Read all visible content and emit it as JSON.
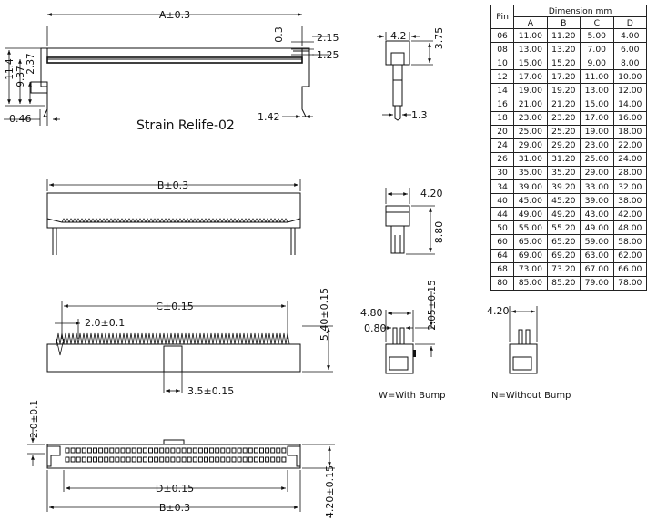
{
  "views": {
    "top": {
      "dim_a": "A±0.3",
      "dim_03": "0.3",
      "dim_215": "2.15",
      "dim_125": "1.25",
      "dim_114": "11.4",
      "dim_937": "9.37",
      "dim_237": "2.37",
      "dim_046": "0.46",
      "dim_142": "1.42",
      "caption": "Strain Relife-02"
    },
    "side_top": {
      "dim_42": "4.2",
      "dim_375": "3.75",
      "dim_13": "1.3"
    },
    "middle": {
      "dim_b": "B±0.3"
    },
    "side_mid": {
      "dim_420": "4.20",
      "dim_880": "8.80"
    },
    "front": {
      "dim_c": "C±0.15",
      "dim_20": "2.0±0.1",
      "dim_540": "5.40±0.15",
      "dim_35": "3.5±0.15"
    },
    "with_bump": {
      "dim_480": "4.80",
      "dim_080": "0.80",
      "dim_205": "2.05±0.15",
      "caption": "W=With Bump"
    },
    "without_bump": {
      "dim_420": "4.20",
      "caption": "N=Without Bump"
    },
    "bottom": {
      "dim_20": "2.0±0.1",
      "dim_d": "D±0.15",
      "dim_b": "B±0.3",
      "dim_420": "4.20±0.15"
    }
  },
  "table": {
    "pin_header": "Pin",
    "dimension_header": "Dimension    mm",
    "columns": [
      "A",
      "B",
      "C",
      "D"
    ],
    "rows": [
      [
        "06",
        "11.00",
        "11.20",
        "5.00",
        "4.00"
      ],
      [
        "08",
        "13.00",
        "13.20",
        "7.00",
        "6.00"
      ],
      [
        "10",
        "15.00",
        "15.20",
        "9.00",
        "8.00"
      ],
      [
        "12",
        "17.00",
        "17.20",
        "11.00",
        "10.00"
      ],
      [
        "14",
        "19.00",
        "19.20",
        "13.00",
        "12.00"
      ],
      [
        "16",
        "21.00",
        "21.20",
        "15.00",
        "14.00"
      ],
      [
        "18",
        "23.00",
        "23.20",
        "17.00",
        "16.00"
      ],
      [
        "20",
        "25.00",
        "25.20",
        "19.00",
        "18.00"
      ],
      [
        "24",
        "29.00",
        "29.20",
        "23.00",
        "22.00"
      ],
      [
        "26",
        "31.00",
        "31.20",
        "25.00",
        "24.00"
      ],
      [
        "30",
        "35.00",
        "35.20",
        "29.00",
        "28.00"
      ],
      [
        "34",
        "39.00",
        "39.20",
        "33.00",
        "32.00"
      ],
      [
        "40",
        "45.00",
        "45.20",
        "39.00",
        "38.00"
      ],
      [
        "44",
        "49.00",
        "49.20",
        "43.00",
        "42.00"
      ],
      [
        "50",
        "55.00",
        "55.20",
        "49.00",
        "48.00"
      ],
      [
        "60",
        "65.00",
        "65.20",
        "59.00",
        "58.00"
      ],
      [
        "64",
        "69.00",
        "69.20",
        "63.00",
        "62.00"
      ],
      [
        "68",
        "73.00",
        "73.20",
        "67.00",
        "66.00"
      ],
      [
        "80",
        "85.00",
        "85.20",
        "79.00",
        "78.00"
      ]
    ]
  }
}
